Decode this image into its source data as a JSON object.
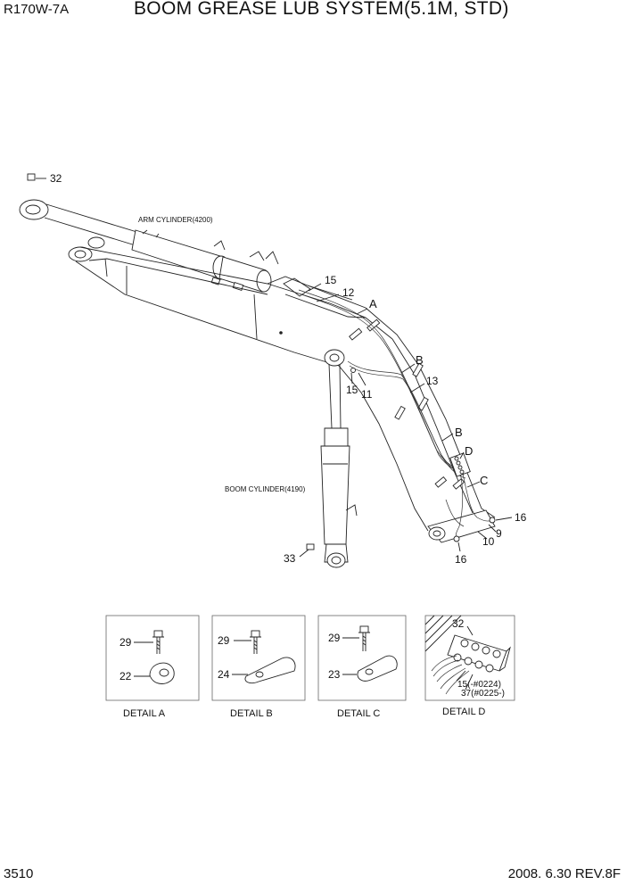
{
  "header": {
    "model": "R170W-7A",
    "title": "BOOM GREASE LUB SYSTEM(5.1M, STD)"
  },
  "footer": {
    "page_number": "3510",
    "revision": "2008. 6.30  REV.8F"
  },
  "diagram": {
    "arm_cylinder_label": "ARM CYLINDER(4200)",
    "boom_cylinder_label": "BOOM CYLINDER(4190)",
    "callouts": {
      "c32": "32",
      "c15a": "15",
      "c12": "12",
      "cA": "A",
      "cB1": "B",
      "c13": "13",
      "c15b": "15",
      "c11": "11",
      "cB2": "B",
      "cD": "D",
      "cC": "C",
      "c16a": "16",
      "c9": "9",
      "c10": "10",
      "c16b": "16",
      "c33": "33"
    }
  },
  "details": {
    "a": {
      "bolt": "29",
      "clamp": "22",
      "title": "DETAIL A"
    },
    "b": {
      "bolt": "29",
      "clamp": "24",
      "title": "DETAIL B"
    },
    "c": {
      "bolt": "29",
      "clamp": "23",
      "title": "DETAIL C"
    },
    "d": {
      "top": "32",
      "note1": "15(-#0224)",
      "note2": "37(#0225-)",
      "title": "DETAIL  D"
    }
  }
}
